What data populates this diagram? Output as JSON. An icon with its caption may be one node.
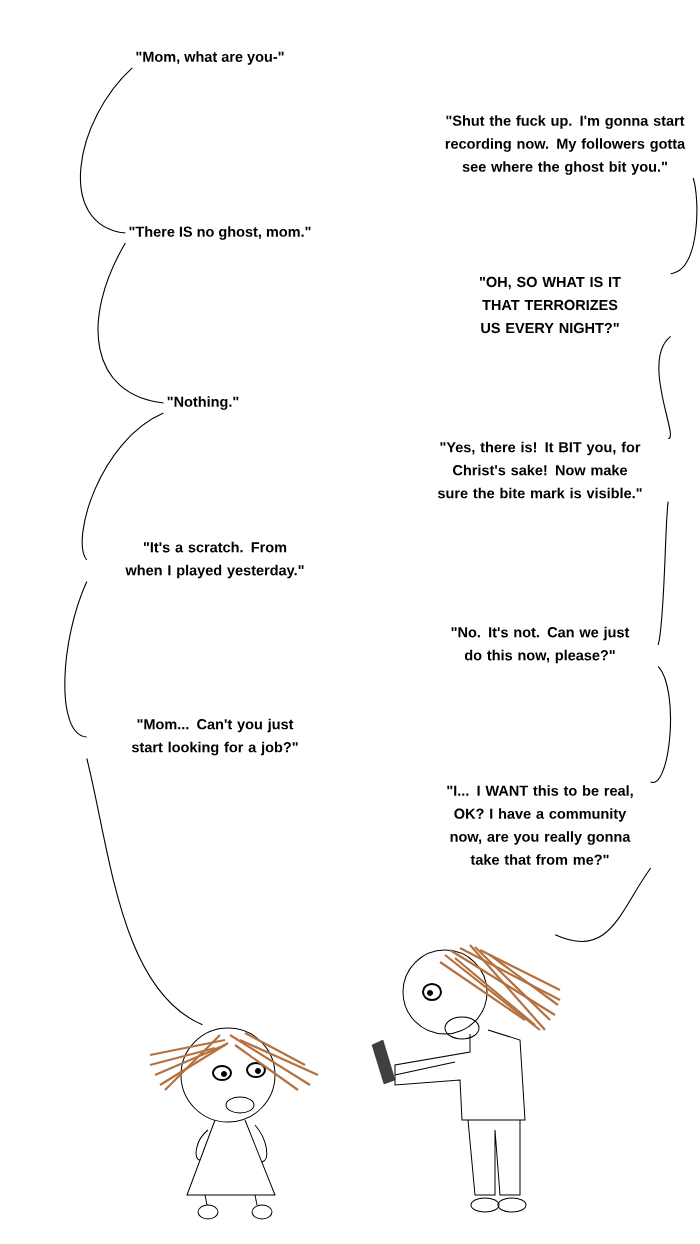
{
  "diagram": {
    "nodes": [
      {
        "text": [
          "\"Mom, what are you-\""
        ]
      },
      {
        "text": [
          "\"Shut the fuck up. I'm gonna start recording now. My followers gotta see where the ghost bit you.\""
        ]
      },
      {
        "text": [
          "\"There IS no ghost, mom.\""
        ]
      },
      {
        "text": [
          "\"OH, SO WHAT IS IT THAT TERRORIZES US EVERY NIGHT?\""
        ]
      },
      {
        "text": [
          "\"Nothing.\""
        ]
      },
      {
        "text": [
          "\"Yes, there is! It BIT you, for Christ's sake! Now make sure the bite mark is visible.\""
        ]
      },
      {
        "text": [
          "\"It's a scratch. From when I played yesterday.\""
        ]
      },
      {
        "text": [
          "\"No. It's not. Can we just do this now, please?\""
        ]
      },
      {
        "text": [
          "\"Mom... Can't you just start looking for a job?\""
        ]
      },
      {
        "text": [
          "\"I... I WANT this to be real, OK? I have a community now, are you really gonna take that from me?\""
        ]
      },
      {
        "text": [],
        "shape": "person"
      },
      {
        "text": [],
        "shape": "person"
      }
    ],
    "edges": [
      {
        "from": 0,
        "to": 2,
        "arrow": "none"
      },
      {
        "from": 2,
        "to": 4,
        "arrow": "none"
      },
      {
        "from": 4,
        "to": 6,
        "arrow": "none"
      },
      {
        "from": 6,
        "to": 8,
        "arrow": "none"
      },
      {
        "from": 8,
        "to": 10,
        "arrow": "none"
      },
      {
        "from": 1,
        "to": 3,
        "arrow": "none"
      },
      {
        "from": 3,
        "to": 5,
        "arrow": "none"
      },
      {
        "from": 5,
        "to": 7,
        "arrow": "none"
      },
      {
        "from": 7,
        "to": 9,
        "arrow": "none"
      },
      {
        "from": 9,
        "to": 11,
        "arrow": "none"
      }
    ]
  }
}
